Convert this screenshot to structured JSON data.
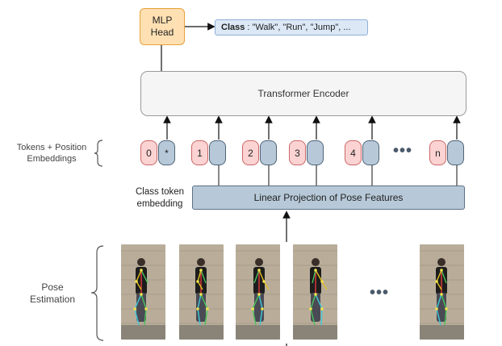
{
  "mlp_head": {
    "line1": "MLP",
    "line2": "Head"
  },
  "class_output": {
    "prefix": "Class",
    "values": ": \"Walk\", \"Run\", \"Jump\", ..."
  },
  "encoder": {
    "label": "Transformer Encoder"
  },
  "tokens_label": {
    "line1": "Tokens + Position",
    "line2": "Embeddings"
  },
  "tokens": [
    {
      "pos": "0",
      "emb": "*"
    },
    {
      "pos": "1",
      "emb": ""
    },
    {
      "pos": "2",
      "emb": ""
    },
    {
      "pos": "3",
      "emb": ""
    },
    {
      "pos": "4",
      "emb": ""
    },
    {
      "pos": "n",
      "emb": ""
    }
  ],
  "token_ellipsis": "•••",
  "class_token_label": {
    "line1": "Class token",
    "line2": "embedding"
  },
  "projection": {
    "label": "Linear Projection of Pose Features"
  },
  "pose_label": {
    "line1": "Pose",
    "line2": "Estimation"
  },
  "frame_ellipsis": "•••",
  "colors": {
    "mlp_fill": "#ffe0b3",
    "mlp_border": "#e8a13a",
    "class_fill": "#dce8f6",
    "pos_fill": "#fbd3d3",
    "emb_fill": "#b7c9d8",
    "encoder_fill": "#f5f5f5"
  }
}
